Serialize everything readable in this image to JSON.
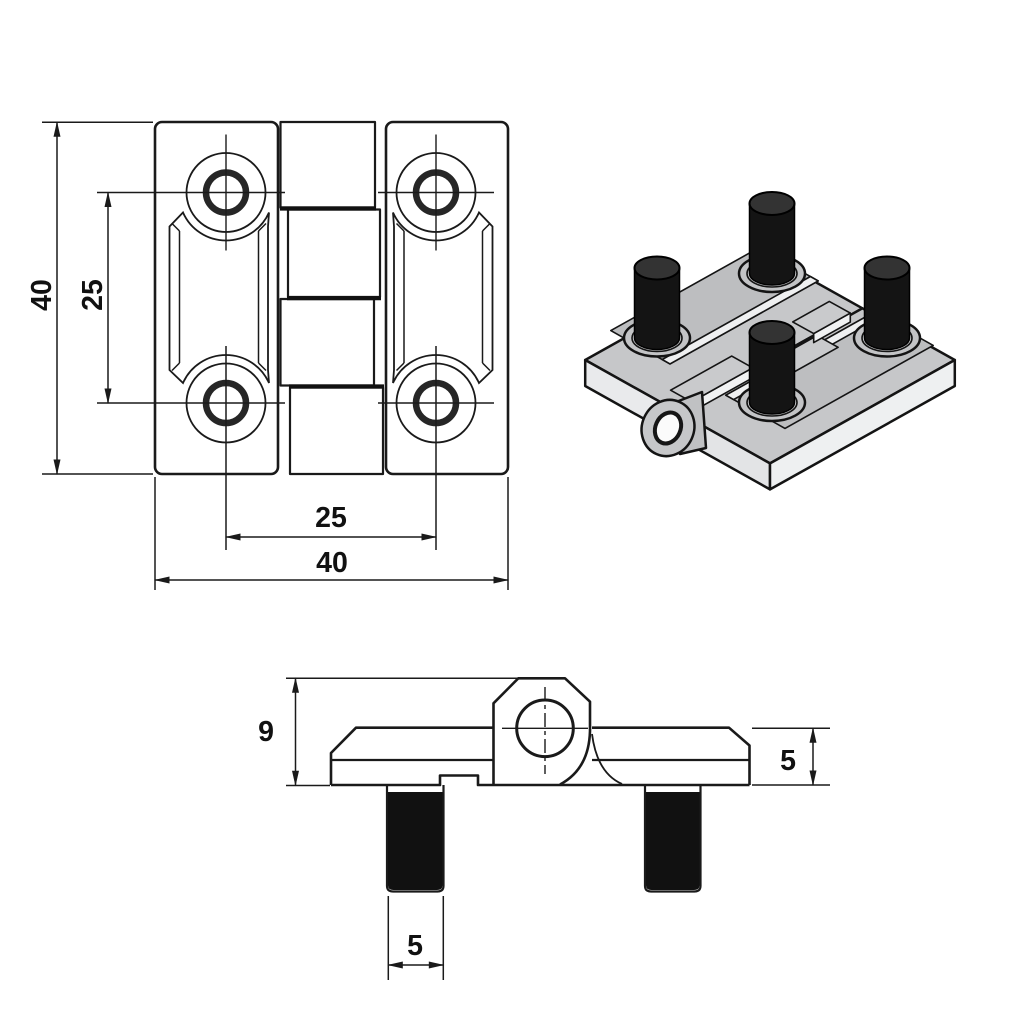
{
  "drawing": {
    "background_color": "#ffffff",
    "line_color": "#1a1a1a",
    "views": {
      "front_view": {
        "description": "hinge-front-view",
        "dims": {
          "height": "40",
          "hole_spacing_vertical": "25",
          "hole_spacing_horizontal": "25",
          "width": "40"
        }
      },
      "side_view": {
        "description": "hinge-side-view",
        "dims": {
          "total_height": "9",
          "leaf_thickness": "5",
          "stud_width": "5"
        }
      },
      "iso_view": {
        "description": "hinge-isometric-view",
        "plate_color": "#c6c7c9",
        "plate_side_color": "#e9eaec",
        "pocket_color": "#bdbec0",
        "stud_color": "#141414"
      }
    }
  }
}
